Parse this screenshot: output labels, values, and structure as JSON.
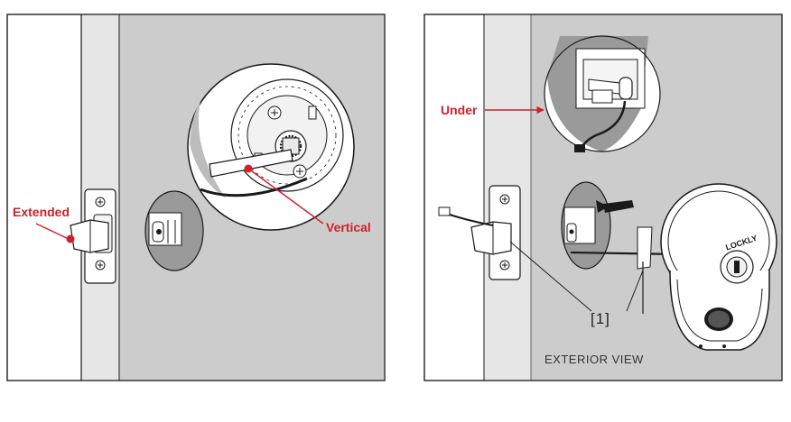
{
  "figure": {
    "left_panel": {
      "labels": {
        "extended": "Extended",
        "vertical": "Vertical"
      }
    },
    "right_panel": {
      "labels": {
        "under": "Under",
        "callout": "[1]",
        "caption": "EXTERIOR VIEW",
        "brand": "LOCKLY"
      }
    }
  },
  "colors": {
    "accent_red": "#d0202a",
    "wall_gray": "#cccccc",
    "door_edge": "#e6e6e6",
    "line": "#1a1a1a",
    "text": "#333333"
  }
}
